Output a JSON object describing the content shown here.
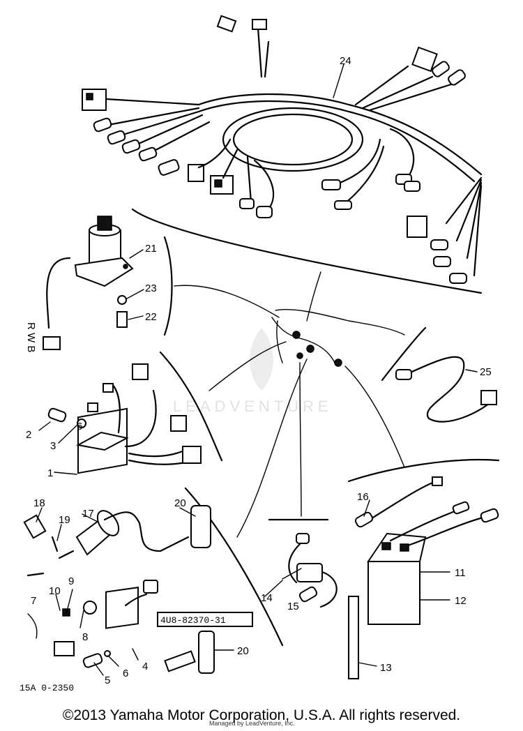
{
  "diagram": {
    "callouts": {
      "p1": "1",
      "p2": "2",
      "p3": "3",
      "p4": "4",
      "p5": "5",
      "p6a": "6",
      "p6b": "6",
      "p7": "7",
      "p8": "8",
      "p9": "9",
      "p10": "10",
      "p11": "11",
      "p12": "12",
      "p13": "13",
      "p14": "14",
      "p15": "15",
      "p16": "16",
      "p17": "17",
      "p18": "18",
      "p19": "19",
      "p20a": "20",
      "p20b": "20",
      "p21": "21",
      "p22": "22",
      "p23": "23",
      "p24": "24",
      "p25": "25"
    },
    "part_number_box": "4U8-82370-31",
    "ref_code": "15A   0-2350",
    "watermark": "LEADVENTURE"
  },
  "footer": {
    "copyright": "©2013 Yamaha Motor Corporation, U.S.A. All rights reserved.",
    "credit": "Managed by LeadVenture, Inc."
  }
}
